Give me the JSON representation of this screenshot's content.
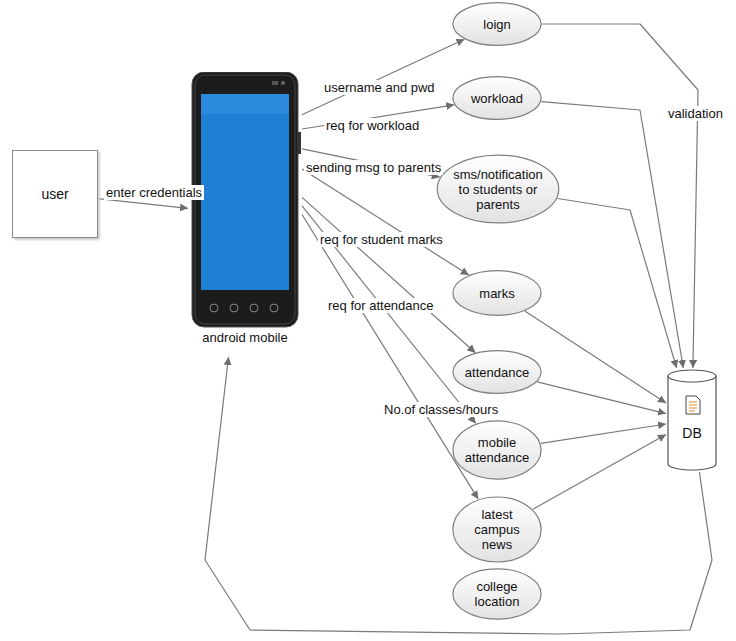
{
  "diagram": {
    "nodes": [
      {
        "text": [
          "user"
        ]
      },
      {
        "text": [
          "android mobile"
        ]
      },
      {
        "text": [
          "loign"
        ]
      },
      {
        "text": [
          "workload"
        ]
      },
      {
        "text": [
          "sms/notification to students or parents"
        ]
      },
      {
        "text": [
          "marks"
        ]
      },
      {
        "text": [
          "attendance"
        ]
      },
      {
        "text": [
          "mobile attendance"
        ]
      },
      {
        "text": [
          "latest campus news"
        ]
      },
      {
        "text": [
          "college location"
        ]
      },
      {
        "text": [
          "DB"
        ]
      }
    ],
    "edges": [
      {
        "from": 0,
        "to": 1,
        "label": "enter credentials",
        "arrow": "to"
      },
      {
        "from": 1,
        "to": 2,
        "label": "username and pwd",
        "arrow": "to"
      },
      {
        "from": 1,
        "to": 3,
        "label": "req for workload",
        "arrow": "to"
      },
      {
        "from": 1,
        "to": 4,
        "label": "sending msg to parents",
        "arrow": "to"
      },
      {
        "from": 1,
        "to": 5,
        "label": "req for student marks",
        "arrow": "to"
      },
      {
        "from": 1,
        "to": 6,
        "label": "req for attendance",
        "arrow": "to"
      },
      {
        "from": 1,
        "to": 7,
        "arrow": "to"
      },
      {
        "from": 1,
        "to": 8,
        "arrow": "to"
      },
      {
        "from": 2,
        "to": 10,
        "label": "validation",
        "arrow": "to"
      },
      {
        "from": 3,
        "to": 10,
        "arrow": "to"
      },
      {
        "from": 4,
        "to": 10,
        "arrow": "to"
      },
      {
        "from": 5,
        "to": 10,
        "arrow": "to"
      },
      {
        "from": 6,
        "to": 10,
        "arrow": "to"
      },
      {
        "from": 7,
        "to": 10,
        "label": "No.of classes/hours",
        "arrow": "to"
      },
      {
        "from": 8,
        "to": 10,
        "arrow": "to"
      },
      {
        "from": 10,
        "to": 1,
        "arrow": "to"
      }
    ]
  }
}
